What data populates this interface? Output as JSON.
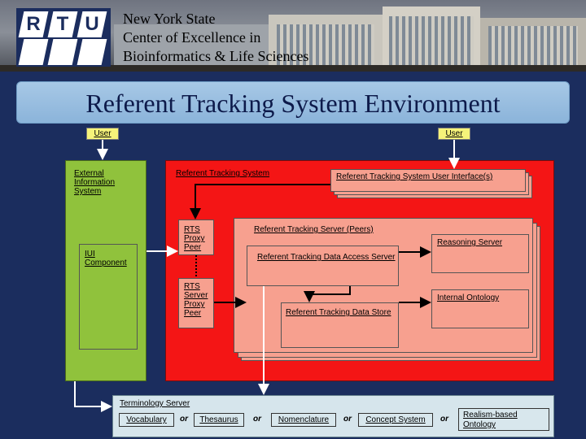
{
  "header": {
    "logo_letters": [
      "R",
      "T",
      "U"
    ],
    "lines": [
      "New York State",
      "Center of Excellence in",
      "Bioinformatics & Life Sciences"
    ]
  },
  "title": "Referent Tracking System Environment",
  "diagram": {
    "user_left": "User",
    "user_right": "User",
    "external_system": "External Information System",
    "iui_component": "IUI Component",
    "rts_label": "Referent Tracking System",
    "rts_ui": "Referent Tracking System User Interface(s)",
    "proxy_peer": "RTS Proxy Peer",
    "server_proxy_peer": "RTS Server Proxy Peer",
    "server_peers": "Referent Tracking Server (Peers)",
    "reasoning_server": "Reasoning Server",
    "data_access_server": "Referent Tracking Data Access Server",
    "internal_ontology": "Internal Ontology",
    "data_store": "Referent Tracking Data Store",
    "terminology_server": "Terminology Server",
    "terms": [
      "Vocabulary",
      "Thesaurus",
      "Nomenclature",
      "Concept System",
      "Realism-based Ontology"
    ],
    "or_word": "or"
  },
  "colors": {
    "background": "#1b2d5e",
    "green": "#90c23c",
    "red": "#f41515",
    "salmon": "#f7a08f",
    "yellow": "#f6f37a",
    "terminology": "#d6e5ec"
  }
}
